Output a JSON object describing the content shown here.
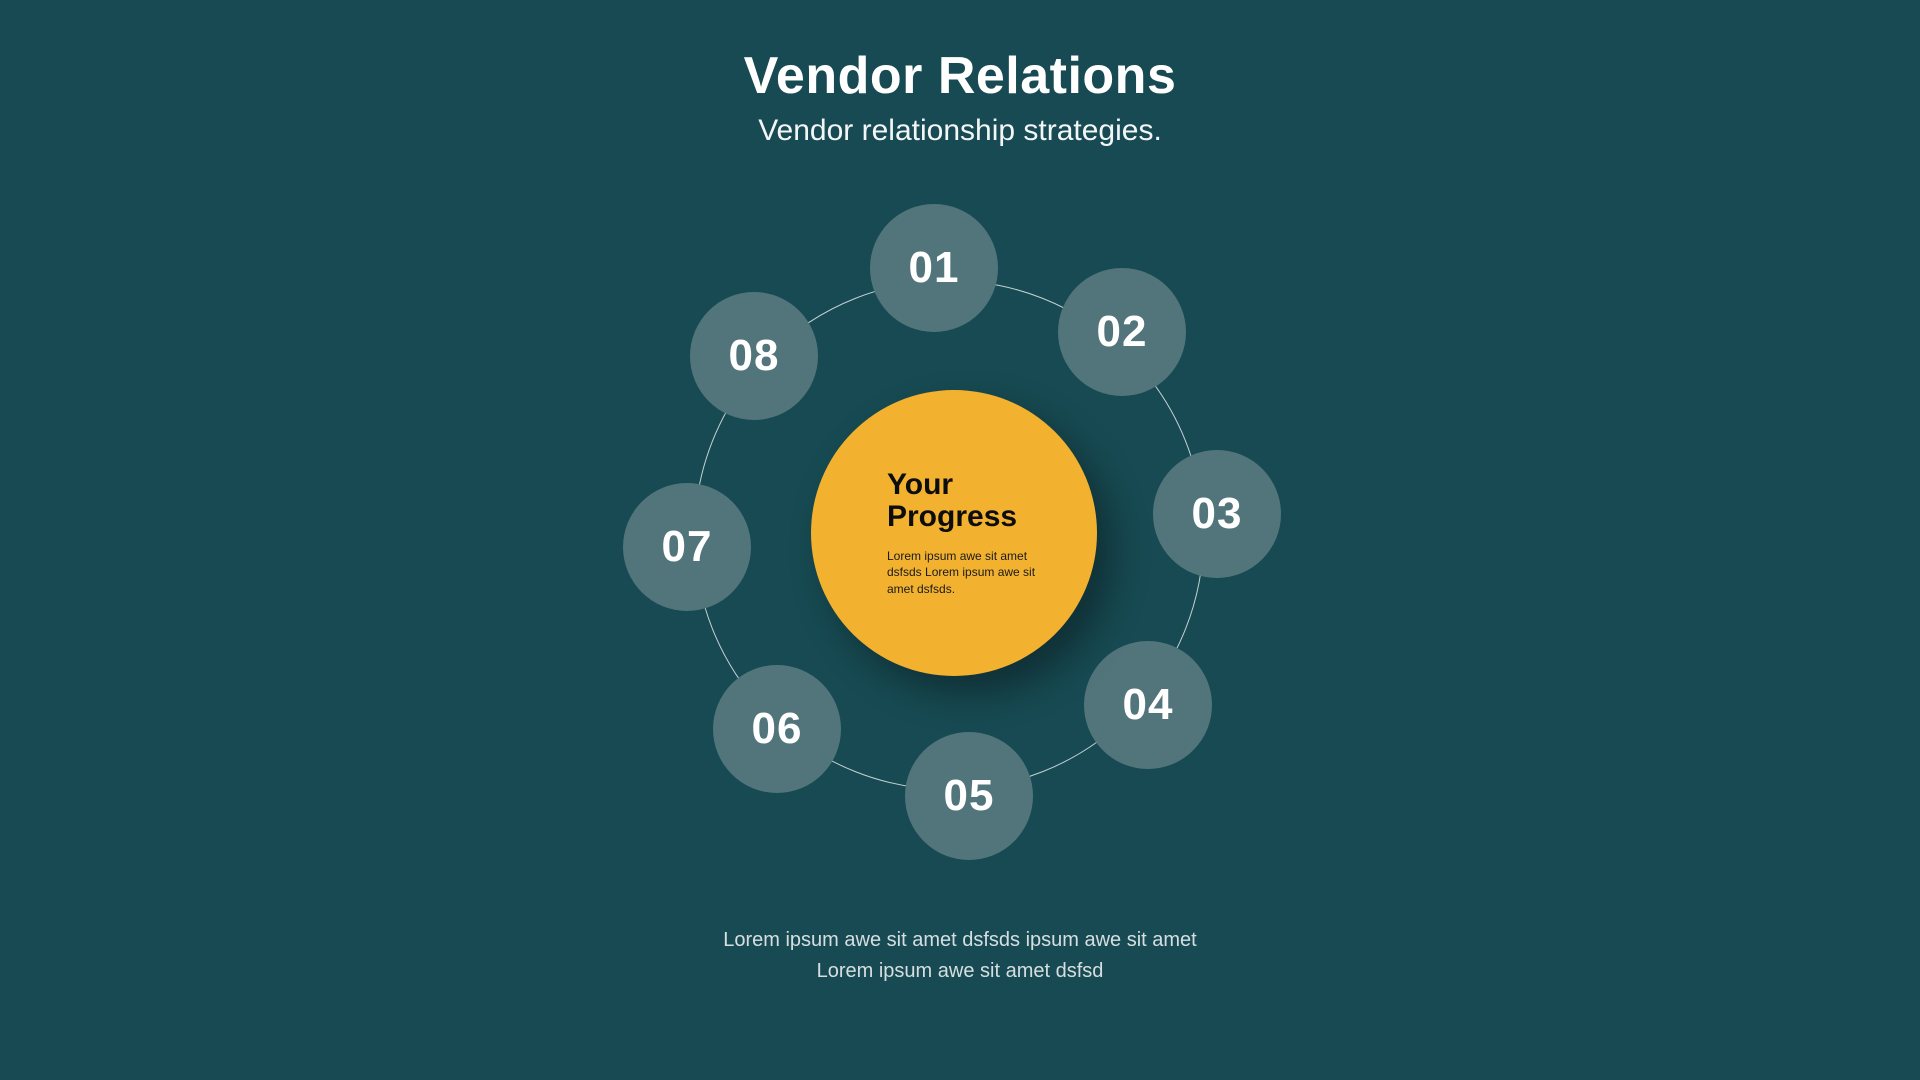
{
  "header": {
    "title": "Vendor Relations",
    "subtitle": "Vendor relationship strategies."
  },
  "diagram": {
    "center": {
      "heading": "Your Progress",
      "body": "Lorem ipsum awe sit amet dsfsds Lorem ipsum awe sit amet dsfsds."
    },
    "nodes": [
      {
        "label": "01"
      },
      {
        "label": "02"
      },
      {
        "label": "03"
      },
      {
        "label": "04"
      },
      {
        "label": "05"
      },
      {
        "label": "06"
      },
      {
        "label": "07"
      },
      {
        "label": "08"
      }
    ]
  },
  "footer": {
    "line1": "Lorem ipsum awe sit amet dsfsds ipsum awe sit amet",
    "line2": "Lorem ipsum awe sit amet dsfsd"
  },
  "colors": {
    "background": "#174A52",
    "accent": "#F2B230",
    "node_circle": "#52757C",
    "ring": "rgba(255,255,255,0.75)",
    "heading_text": "#FFFFFF",
    "center_text": "#0D0D0D"
  }
}
